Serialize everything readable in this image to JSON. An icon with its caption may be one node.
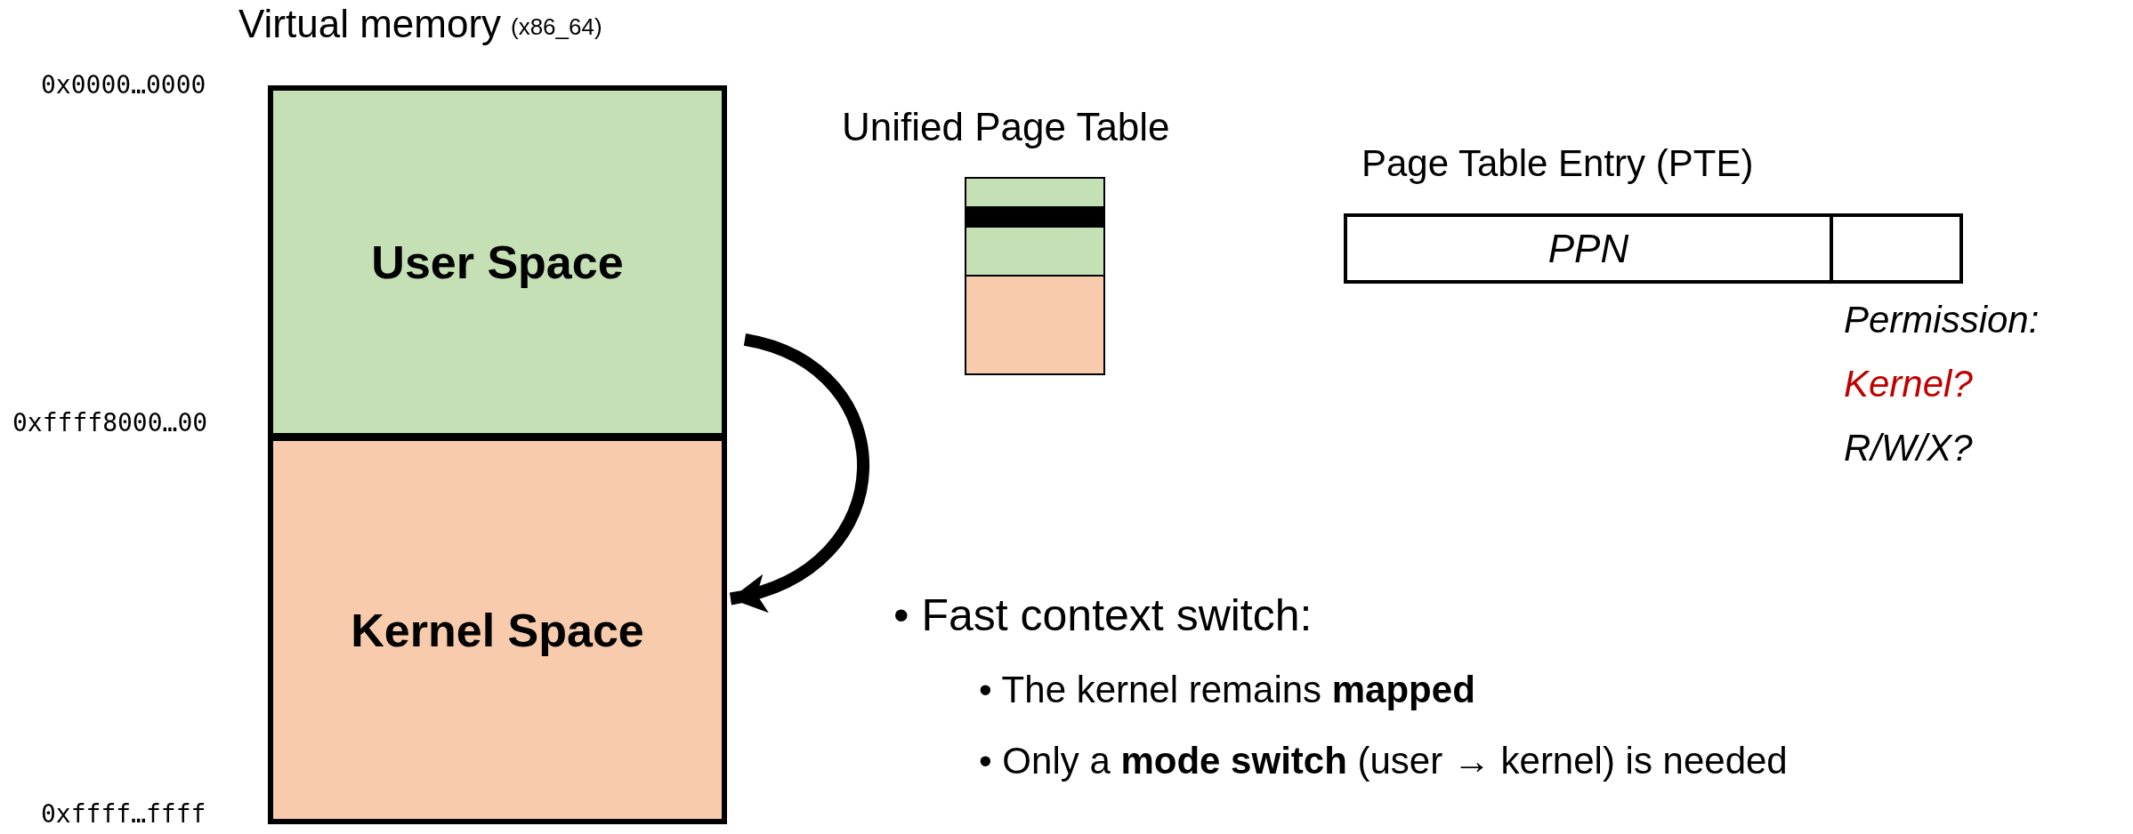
{
  "diagram": {
    "title": "Virtual memory",
    "nodes": [
      {
        "text": [
          "User Space"
        ]
      },
      {
        "text": [
          "Kernel Space"
        ]
      },
      {
        "text": [
          "PPN"
        ]
      },
      {
        "text": [],
        "shape": "box"
      }
    ],
    "edges": [
      {
        "from": 0,
        "to": 1,
        "arrow": "to"
      }
    ],
    "labels": [
      "(x86_64)",
      "0x0000…0000",
      "0xffff8000…00",
      "0xffff…ffff",
      "Unified Page Table",
      "Page Table Entry (PTE)",
      "Permission:",
      "Kernel?",
      "R/W/X?",
      "• Fast context switch:",
      "• The kernel remains **mapped**",
      "• Only a **mode switch** (user → kernel) is needed"
    ]
  }
}
